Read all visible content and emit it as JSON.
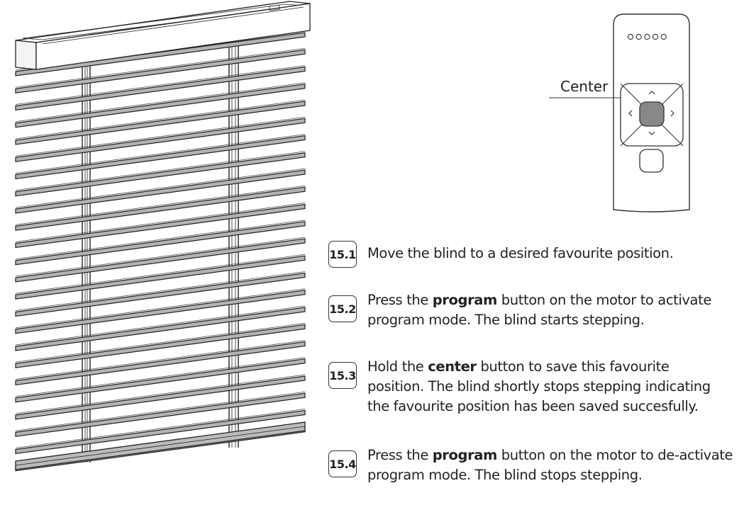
{
  "remote": {
    "center_label": "Center",
    "indicator_count": 5
  },
  "blind": {
    "slat_count": 25
  },
  "steps": [
    {
      "number": "15.1",
      "parts": [
        {
          "t": "Move the blind to a desired favourite position.",
          "b": false
        }
      ]
    },
    {
      "number": "15.2",
      "parts": [
        {
          "t": "Press the ",
          "b": false
        },
        {
          "t": "program",
          "b": true
        },
        {
          "t": " button on the motor to activate",
          "b": false
        },
        {
          "t": "\n",
          "b": false
        },
        {
          "t": "program mode. The blind starts stepping.",
          "b": false
        }
      ]
    },
    {
      "number": "15.3",
      "parts": [
        {
          "t": "Hold the ",
          "b": false
        },
        {
          "t": "center",
          "b": true
        },
        {
          "t": " button to save this favourite",
          "b": false
        },
        {
          "t": "\n",
          "b": false
        },
        {
          "t": "position. The blind shortly stops stepping indicating",
          "b": false
        },
        {
          "t": "\n",
          "b": false
        },
        {
          "t": "the favourite position has been saved succesfully.",
          "b": false
        }
      ]
    },
    {
      "number": "15.4",
      "parts": [
        {
          "t": "Press the ",
          "b": false
        },
        {
          "t": "program",
          "b": true
        },
        {
          "t": " button on the motor to de-activate",
          "b": false
        },
        {
          "t": "\n",
          "b": false
        },
        {
          "t": "program mode. The blind stops stepping.",
          "b": false
        }
      ]
    }
  ]
}
